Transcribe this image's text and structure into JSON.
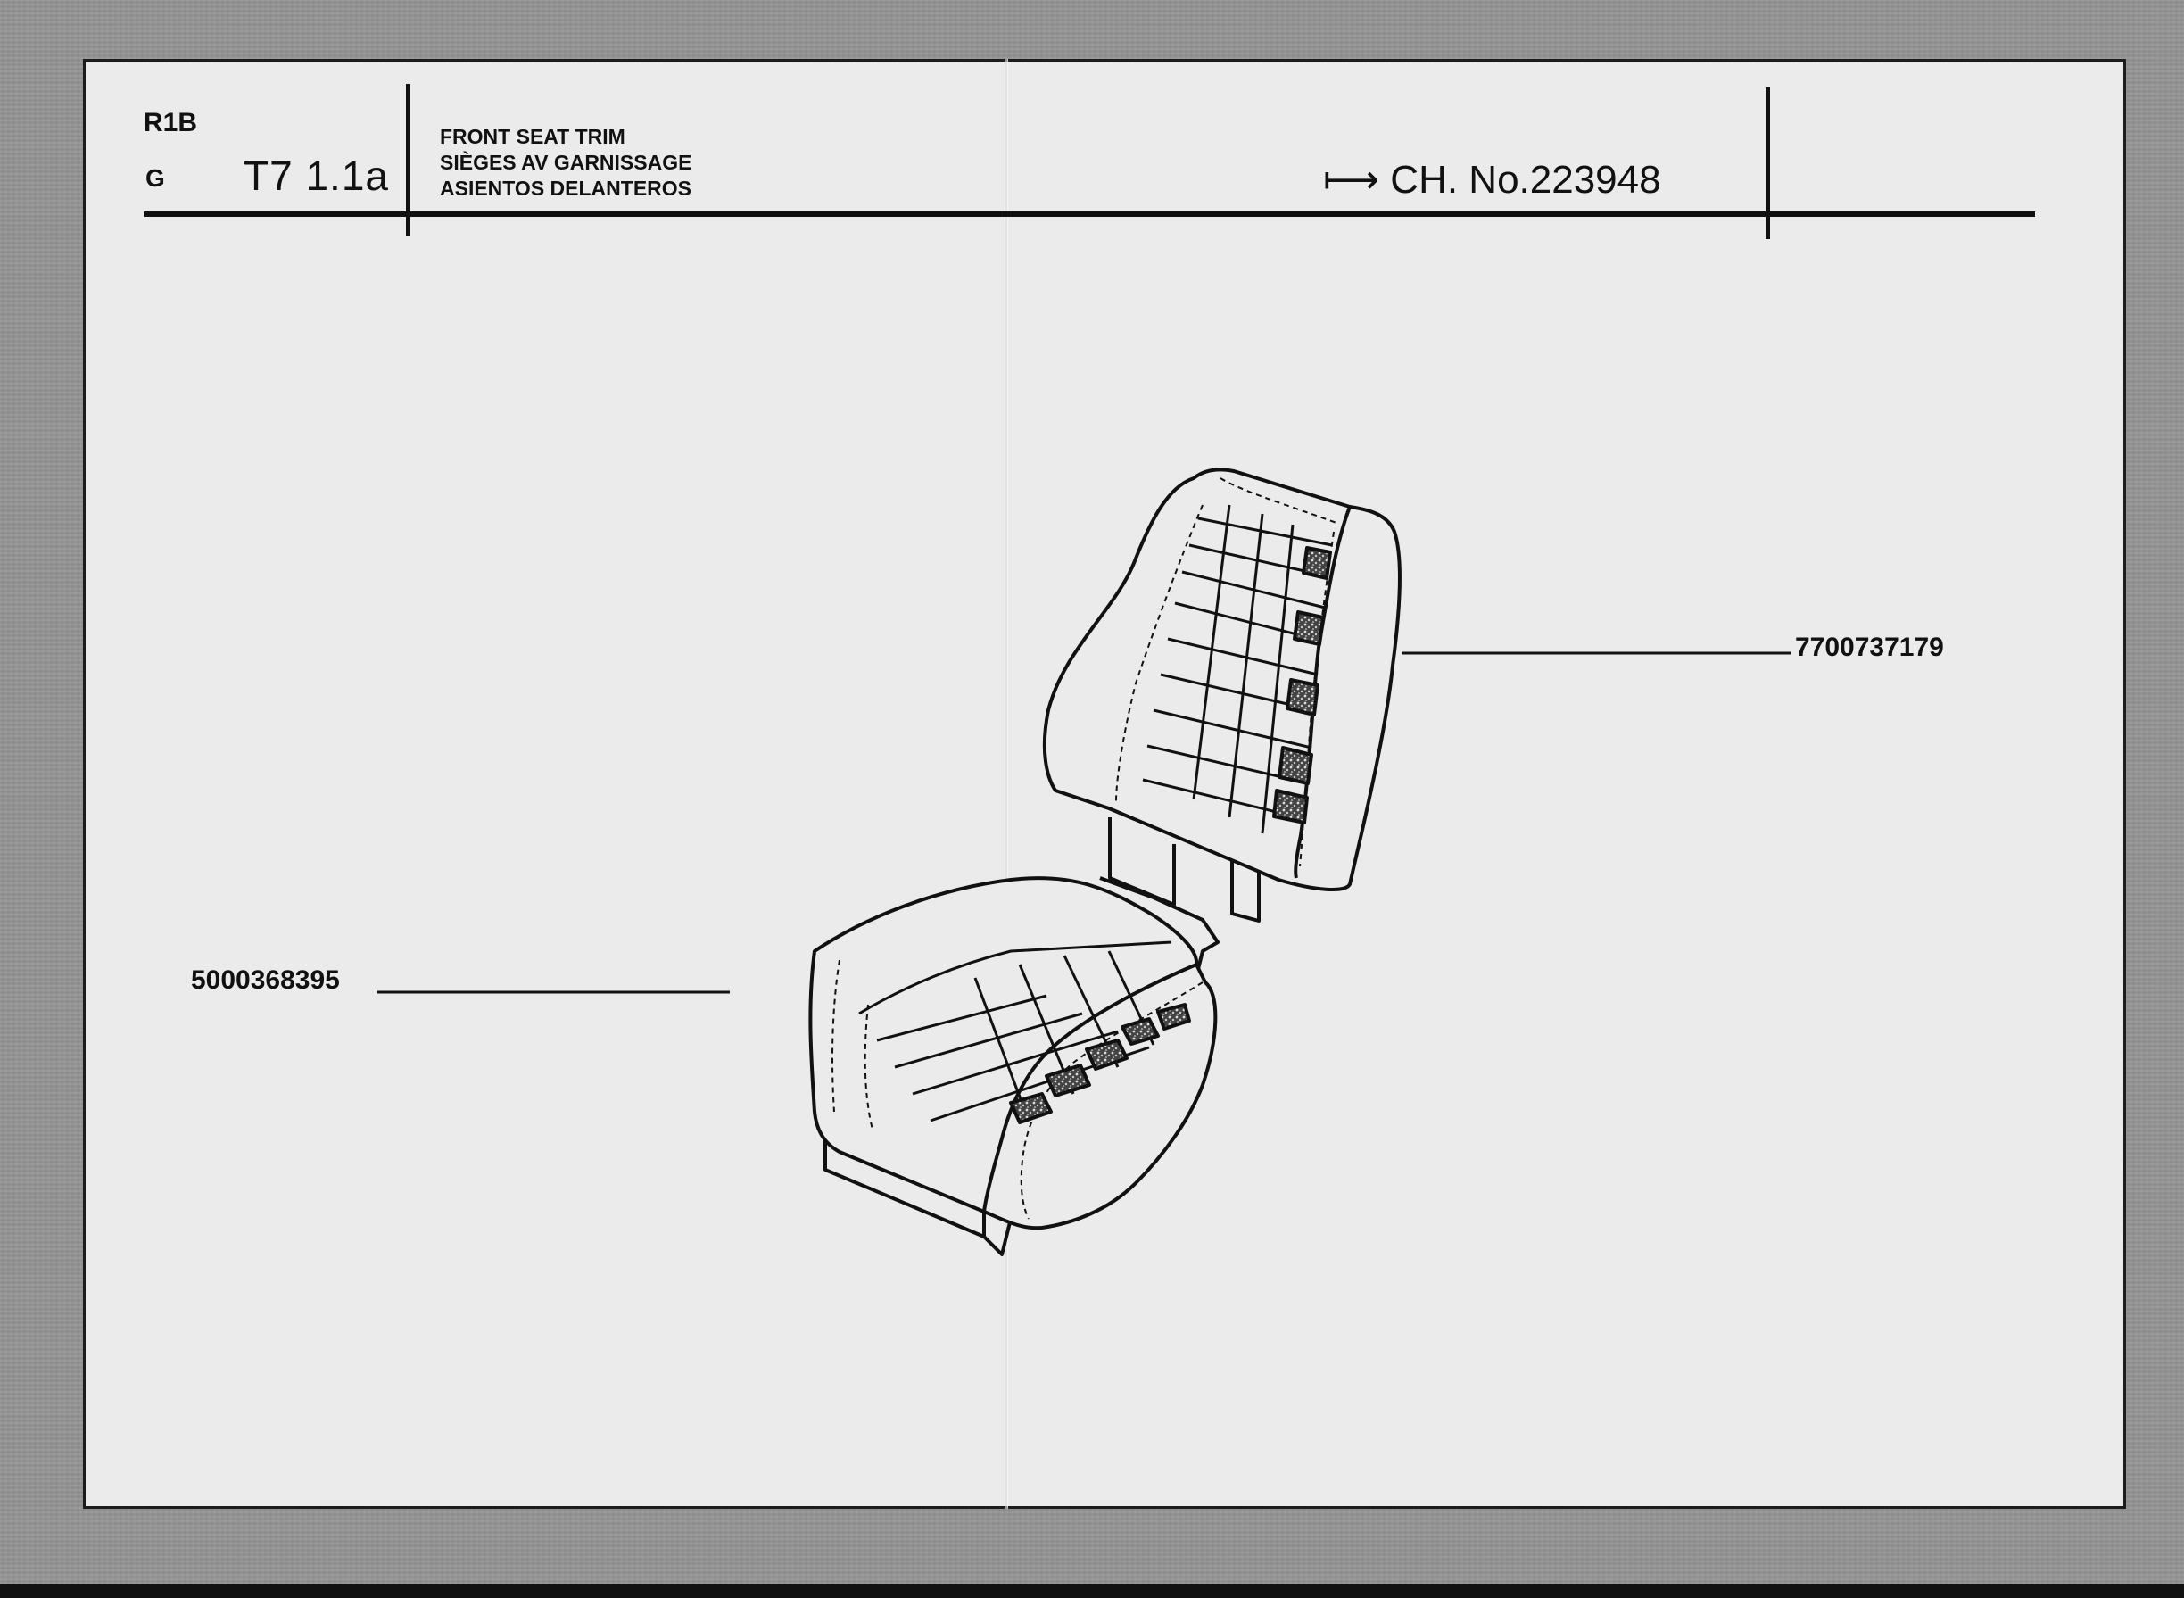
{
  "header": {
    "series": "R1B",
    "section": "G",
    "plate": "T7 1.1a",
    "title_en": "FRONT SEAT TRIM",
    "title_fr": "SIÈGES AV GARNISSAGE",
    "title_es": "ASIENTOS DELANTEROS",
    "chassis": "⟼ CH. No.223948"
  },
  "parts": {
    "seat_back": "7700737179",
    "seat_cushion": "5000368395"
  }
}
